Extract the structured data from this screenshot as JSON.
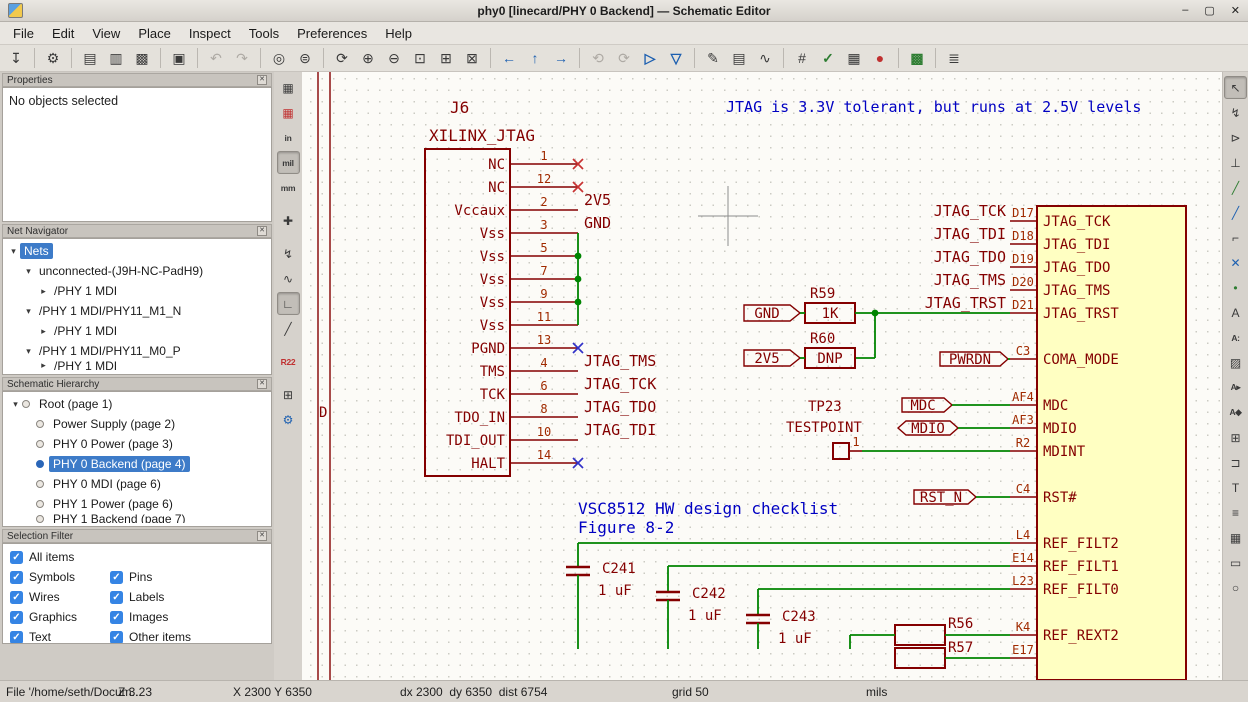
{
  "colors": {
    "selection": "#3D7BC8",
    "wire_green": "#008400",
    "symbol_maroon": "#840000",
    "note_blue": "#0000C2",
    "ic_fill": "#FFFFC2",
    "checkbox_blue": "#3584E4"
  },
  "window": {
    "title": "phy0 [linecard/PHY 0 Backend] — Schematic Editor",
    "controls": [
      {
        "name": "minimize-button",
        "glyph": "–"
      },
      {
        "name": "maximize-button",
        "glyph": "▢"
      },
      {
        "name": "close-button",
        "glyph": "✕"
      }
    ]
  },
  "menubar": [
    "File",
    "Edit",
    "View",
    "Place",
    "Inspect",
    "Tools",
    "Preferences",
    "Help"
  ],
  "toolbar": [
    {
      "name": "save-button",
      "glyph": "↧"
    },
    {
      "sep": true
    },
    {
      "name": "schematic-setup-button",
      "glyph": "⚙"
    },
    {
      "sep": true
    },
    {
      "name": "page-settings-button",
      "glyph": "▤"
    },
    {
      "name": "print-button",
      "glyph": "▥"
    },
    {
      "name": "plot-button",
      "glyph": "▩"
    },
    {
      "sep": true
    },
    {
      "name": "paste-button",
      "glyph": "▣"
    },
    {
      "sep": true
    },
    {
      "name": "undo-button",
      "glyph": "↶",
      "kind": "disabled"
    },
    {
      "name": "redo-button",
      "glyph": "↷",
      "kind": "disabled"
    },
    {
      "sep": true
    },
    {
      "name": "find-button",
      "glyph": "◎"
    },
    {
      "name": "find-replace-button",
      "glyph": "⊜"
    },
    {
      "sep": true
    },
    {
      "name": "refresh-button",
      "glyph": "⟳"
    },
    {
      "name": "zoom-in-button",
      "glyph": "⊕"
    },
    {
      "name": "zoom-out-button",
      "glyph": "⊖"
    },
    {
      "name": "zoom-fit-button",
      "glyph": "⊡"
    },
    {
      "name": "zoom-objects-button",
      "glyph": "⊞"
    },
    {
      "name": "zoom-selection-button",
      "glyph": "⊠"
    },
    {
      "sep": true
    },
    {
      "name": "nav-back-button",
      "glyph": "←",
      "kind": "blue"
    },
    {
      "name": "nav-up-button",
      "glyph": "↑",
      "kind": "blue"
    },
    {
      "name": "nav-forward-button",
      "glyph": "→",
      "kind": "blue"
    },
    {
      "sep": true
    },
    {
      "name": "rotate-ccw-button",
      "glyph": "⟲",
      "kind": "disabled"
    },
    {
      "name": "rotate-cw-button",
      "glyph": "⟳",
      "kind": "disabled"
    },
    {
      "name": "mirror-h-button",
      "glyph": "▷",
      "kind": "blue"
    },
    {
      "name": "mirror-v-button",
      "glyph": "▽",
      "kind": "blue"
    },
    {
      "sep": true
    },
    {
      "name": "symbol-editor-button",
      "glyph": "✎"
    },
    {
      "name": "symbol-browser-button",
      "glyph": "▤"
    },
    {
      "name": "sim-button",
      "glyph": "∿"
    },
    {
      "sep": true
    },
    {
      "name": "annotate-button",
      "glyph": "#"
    },
    {
      "name": "erc-button",
      "glyph": "✓",
      "kind": "green"
    },
    {
      "name": "erc-table-button",
      "glyph": "▦"
    },
    {
      "name": "erc-violations-button",
      "glyph": "●",
      "kind": "red"
    },
    {
      "sep": true
    },
    {
      "name": "open-pcb-button",
      "glyph": "▩",
      "kind": "green"
    },
    {
      "sep": true
    },
    {
      "name": "hierarchy-navigator-button",
      "glyph": "≣"
    }
  ],
  "toolbar_left": [
    {
      "name": "grid-visibility-toggle",
      "glyph": "▦"
    },
    {
      "name": "grid-overrides-toggle",
      "glyph": "▦",
      "kind": "red"
    },
    {
      "name": "units-inches-toggle",
      "glyph": "in",
      "small": true
    },
    {
      "name": "units-mils-toggle",
      "glyph": "mil",
      "small": true,
      "pressed": true
    },
    {
      "name": "units-mm-toggle",
      "glyph": "mm",
      "small": true
    },
    {
      "gap": true
    },
    {
      "name": "cursor-crosshair-toggle",
      "glyph": "✚"
    },
    {
      "gap": true
    },
    {
      "name": "highlight-net-tool",
      "glyph": "↯"
    },
    {
      "name": "net-graph-tool",
      "glyph": "∿"
    },
    {
      "name": "wire-mode-hv-toggle",
      "glyph": "∟",
      "pressed": true
    },
    {
      "name": "wire-mode-45-toggle",
      "glyph": "╱"
    },
    {
      "gap": true
    },
    {
      "name": "net-highlight-icon",
      "glyph": "R22",
      "kind": "red",
      "small": true
    },
    {
      "gap": true
    },
    {
      "name": "pages-tool",
      "glyph": "⊞"
    },
    {
      "name": "properties-tool",
      "glyph": "⚙",
      "kind": "blue"
    }
  ],
  "toolbar_right": [
    {
      "name": "select-tool",
      "glyph": "↖",
      "pressed": true
    },
    {
      "name": "highlight-net-tool",
      "glyph": "↯"
    },
    {
      "name": "place-symbol-tool",
      "glyph": "⊳"
    },
    {
      "name": "place-power-tool",
      "glyph": "⊥"
    },
    {
      "name": "draw-wire-tool",
      "glyph": "╱",
      "kind": "green"
    },
    {
      "name": "draw-bus-tool",
      "glyph": "╱",
      "kind": "blue"
    },
    {
      "name": "bus-entry-tool",
      "glyph": "⌐"
    },
    {
      "name": "no-connect-tool",
      "glyph": "✕",
      "kind": "blue"
    },
    {
      "name": "junction-tool",
      "glyph": "•",
      "kind": "green"
    },
    {
      "name": "net-label-tool",
      "glyph": "A"
    },
    {
      "name": "netclass-directive-tool",
      "glyph": "A:",
      "small": true
    },
    {
      "name": "rule-area-tool",
      "glyph": "▨"
    },
    {
      "name": "global-label-tool",
      "glyph": "A▸",
      "small": true
    },
    {
      "name": "hier-label-tool",
      "glyph": "A◆",
      "small": true
    },
    {
      "name": "hier-sheet-tool",
      "glyph": "⊞"
    },
    {
      "name": "sheet-pin-tool",
      "glyph": "⊐"
    },
    {
      "name": "text-tool",
      "glyph": "T"
    },
    {
      "name": "text-box-tool",
      "glyph": "≡"
    },
    {
      "name": "table-tool",
      "glyph": "▦"
    },
    {
      "name": "rectangle-tool",
      "glyph": "▭"
    },
    {
      "name": "circle-tool",
      "glyph": "○"
    }
  ],
  "panels": {
    "properties": {
      "title": "Properties",
      "empty_text": "No objects selected"
    },
    "net_navigator": {
      "title": "Net Navigator",
      "items": [
        {
          "label": "Nets",
          "indent": 0,
          "arrow": "open",
          "selected": true
        },
        {
          "label": "unconnected-(J9H-NC-PadH9)",
          "indent": 1,
          "arrow": "open"
        },
        {
          "label": "/PHY 1 MDI",
          "indent": 2,
          "arrow": "closed"
        },
        {
          "label": "/PHY 1 MDI/PHY11_M1_N",
          "indent": 1,
          "arrow": "open"
        },
        {
          "label": "/PHY 1 MDI",
          "indent": 2,
          "arrow": "closed"
        },
        {
          "label": "/PHY 1 MDI/PHY11_M0_P",
          "indent": 1,
          "arrow": "open"
        },
        {
          "label": "/PHY 1 MDI",
          "indent": 2,
          "arrow": "closed",
          "clipped": true
        }
      ]
    },
    "hierarchy": {
      "title": "Schematic Hierarchy",
      "items": [
        {
          "label": "Root (page 1)",
          "indent": 0,
          "arrow": "open",
          "bullet": true
        },
        {
          "label": "Power Supply (page 2)",
          "indent": 1,
          "bullet": true
        },
        {
          "label": "PHY 0 Power (page 3)",
          "indent": 1,
          "bullet": true
        },
        {
          "label": "PHY 0 Backend (page 4)",
          "indent": 1,
          "bullet": true,
          "selected": true
        },
        {
          "label": "PHY 0 MDI (page 6)",
          "indent": 1,
          "bullet": true
        },
        {
          "label": "PHY 1 Power (page 6)",
          "indent": 1,
          "bullet": true
        },
        {
          "label": "PHY 1 Backend (page 7)",
          "indent": 1,
          "bullet": true,
          "clipped": true
        }
      ]
    },
    "selection_filter": {
      "title": "Selection Filter",
      "all_label": "All items",
      "items": [
        "Symbols",
        "Pins",
        "Wires",
        "Labels",
        "Graphics",
        "Images",
        "Text",
        "Other items"
      ]
    }
  },
  "schematic": {
    "sheet_letter": "D",
    "note_jtag": "JTAG is 3.3V tolerant, but runs at 2.5V levels",
    "note_vsc_line1": "VSC8512 HW design checklist",
    "note_vsc_line2": "Figure 8-2",
    "j6": {
      "ref": "J6",
      "value": "XILINX_JTAG",
      "pins": [
        {
          "num": "1",
          "name": "NC",
          "nc": "red"
        },
        {
          "num": "12",
          "name": "NC",
          "nc": "red"
        },
        {
          "num": "2",
          "name": "Vccaux",
          "label": "2V5"
        },
        {
          "num": "3",
          "name": "Vss",
          "label": "GND"
        },
        {
          "num": "5",
          "name": "Vss"
        },
        {
          "num": "7",
          "name": "Vss"
        },
        {
          "num": "9",
          "name": "Vss"
        },
        {
          "num": "11",
          "name": "Vss"
        },
        {
          "num": "13",
          "name": "PGND",
          "nc": "blue"
        },
        {
          "num": "4",
          "name": "TMS",
          "label": "JTAG_TMS"
        },
        {
          "num": "6",
          "name": "TCK",
          "label": "JTAG_TCK"
        },
        {
          "num": "8",
          "name": "TDO_IN",
          "label": "JTAG_TDO"
        },
        {
          "num": "10",
          "name": "TDI_OUT",
          "label": "JTAG_TDI"
        },
        {
          "num": "14",
          "name": "HALT",
          "nc": "blue"
        }
      ]
    },
    "ic": {
      "pins": [
        {
          "num": "D17",
          "name": "JTAG_TCK",
          "label": "JTAG_TCK"
        },
        {
          "num": "D18",
          "name": "JTAG_TDI",
          "label": "JTAG_TDI"
        },
        {
          "num": "D19",
          "name": "JTAG_TDO",
          "label": "JTAG_TDO"
        },
        {
          "num": "D20",
          "name": "JTAG_TMS",
          "label": "JTAG_TMS"
        },
        {
          "num": "D21",
          "name": "JTAG_TRST",
          "label": "JTAG_TRST"
        },
        {
          "num": "C3",
          "name": "COMA_MODE"
        },
        {
          "num": "AF4",
          "name": "MDC"
        },
        {
          "num": "AF3",
          "name": "MDIO"
        },
        {
          "num": "R2",
          "name": "MDINT"
        },
        {
          "num": "C4",
          "name": "RST#"
        },
        {
          "num": "L4",
          "name": "REF_FILT2"
        },
        {
          "num": "E14",
          "name": "REF_FILT1"
        },
        {
          "num": "L23",
          "name": "REF_FILT0"
        },
        {
          "num": "K4",
          "name": "REF_REXT2"
        },
        {
          "num": "E17",
          "name": ""
        }
      ]
    },
    "glabels": {
      "gnd": "GND",
      "v25": "2V5",
      "pwrdn": "PWRDN",
      "mdc": "MDC",
      "mdio": "MDIO",
      "rstn": "RST_N"
    },
    "r59": {
      "ref": "R59",
      "value": "1K"
    },
    "r60": {
      "ref": "R60",
      "value": "DNP"
    },
    "r56": {
      "ref": "R56"
    },
    "r57": {
      "ref": "R57"
    },
    "tp23": {
      "ref": "TP23",
      "value": "TESTPOINT",
      "pin": "1"
    },
    "c241": {
      "ref": "C241",
      "value": "1 uF"
    },
    "c242": {
      "ref": "C242",
      "value": "1 uF"
    },
    "c243": {
      "ref": "C243",
      "value": "1 uF"
    }
  },
  "statusbar": {
    "file": "File '/home/seth/Docum...",
    "zoom": "Z 3.23",
    "pos": "X 2300 Y 6350",
    "delta": "dx 2300  dy 6350  dist 6754",
    "grid": "grid 50",
    "units": "mils"
  }
}
